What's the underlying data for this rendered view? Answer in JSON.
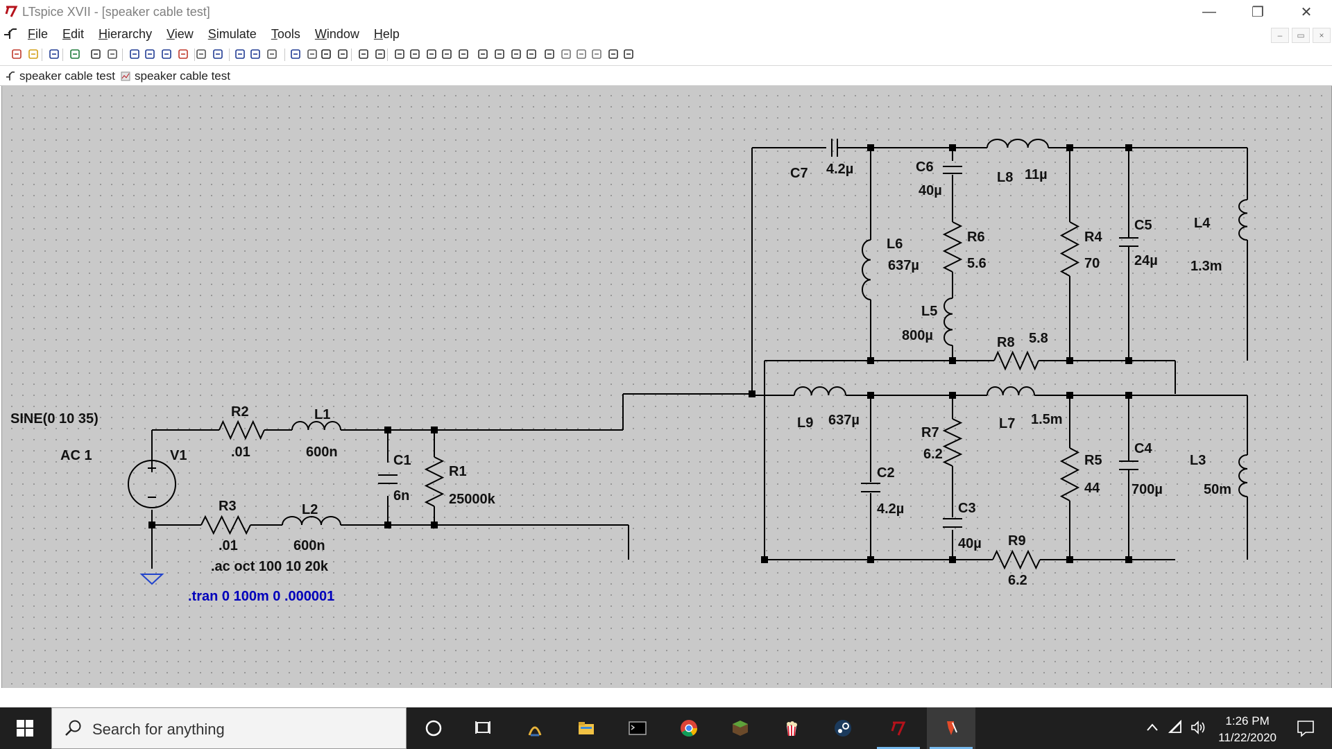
{
  "window": {
    "title": "LTspice XVII - [speaker cable test]",
    "icons": {
      "app": "ltspice-logo-icon",
      "minimize": "minimize-icon",
      "maximize": "restore-icon",
      "close": "close-icon"
    }
  },
  "menu": {
    "items": [
      "File",
      "Edit",
      "Hierarchy",
      "View",
      "Simulate",
      "Tools",
      "Window",
      "Help"
    ]
  },
  "toolbar": {
    "tools": [
      "new-schematic",
      "open",
      "save",
      "control-panel",
      "run",
      "halt",
      "zoom-in",
      "zoom-area",
      "zoom-out",
      "zoom-fit",
      "autorange",
      "tile",
      "cascade",
      "close-all",
      "cut",
      "copy",
      "paste",
      "find",
      "print",
      "print-setup",
      "draw-wire",
      "ground",
      "label-net",
      "resistor",
      "capacitor",
      "inductor",
      "diode",
      "component",
      "move",
      "drag",
      "undo",
      "redo",
      "rotate",
      "mirror",
      "text",
      "spice-directive"
    ]
  },
  "tabs": [
    {
      "label": "speaker cable test",
      "icon": "schematic-icon"
    },
    {
      "label": "speaker cable test",
      "icon": "plot-icon"
    }
  ],
  "schematic": {
    "source": {
      "name": "V1",
      "value": "SINE(0 10 35)",
      "ac": "AC 1"
    },
    "components": [
      {
        "ref": "R2",
        "value": ".01"
      },
      {
        "ref": "L1",
        "value": "600n"
      },
      {
        "ref": "R3",
        "value": ".01"
      },
      {
        "ref": "L2",
        "value": "600n"
      },
      {
        "ref": "C1",
        "value": "6n"
      },
      {
        "ref": "R1",
        "value": "25000k"
      },
      {
        "ref": "C7",
        "value": "4.2µ"
      },
      {
        "ref": "C6",
        "value": "40µ"
      },
      {
        "ref": "L8",
        "value": "11µ"
      },
      {
        "ref": "L6",
        "value": "637µ"
      },
      {
        "ref": "R6",
        "value": "5.6"
      },
      {
        "ref": "L5",
        "value": "800µ"
      },
      {
        "ref": "R4",
        "value": "70"
      },
      {
        "ref": "C5",
        "value": "24µ"
      },
      {
        "ref": "L4",
        "value": "1.3m"
      },
      {
        "ref": "R8",
        "value": "5.8"
      },
      {
        "ref": "L9",
        "value": "637µ"
      },
      {
        "ref": "L7",
        "value": "1.5m"
      },
      {
        "ref": "R7",
        "value": "6.2"
      },
      {
        "ref": "C2",
        "value": "4.2µ"
      },
      {
        "ref": "C3",
        "value": "40µ"
      },
      {
        "ref": "R5",
        "value": "44"
      },
      {
        "ref": "C4",
        "value": "700µ"
      },
      {
        "ref": "L3",
        "value": "50m"
      },
      {
        "ref": "R9",
        "value": "6.2"
      }
    ],
    "directives": {
      "ac": ".ac oct 100 10 20k",
      "tran": ".tran 0 100m 0 .000001"
    }
  },
  "taskbar": {
    "search_placeholder": "Search for anything",
    "time": "1:26 PM",
    "date": "11/22/2020",
    "apps": [
      "cortana-icon",
      "task-view-icon",
      "lightroom-icon",
      "file-explorer-icon",
      "terminal-icon",
      "chrome-icon",
      "minecraft-icon",
      "popcorn-icon",
      "steam-icon",
      "ltspice-icon",
      "paint-icon"
    ]
  },
  "colors": {
    "canvas": "#c9c9c9",
    "wire": "#000000",
    "directive": "#0000bb",
    "taskbar": "#1f1f1f"
  }
}
